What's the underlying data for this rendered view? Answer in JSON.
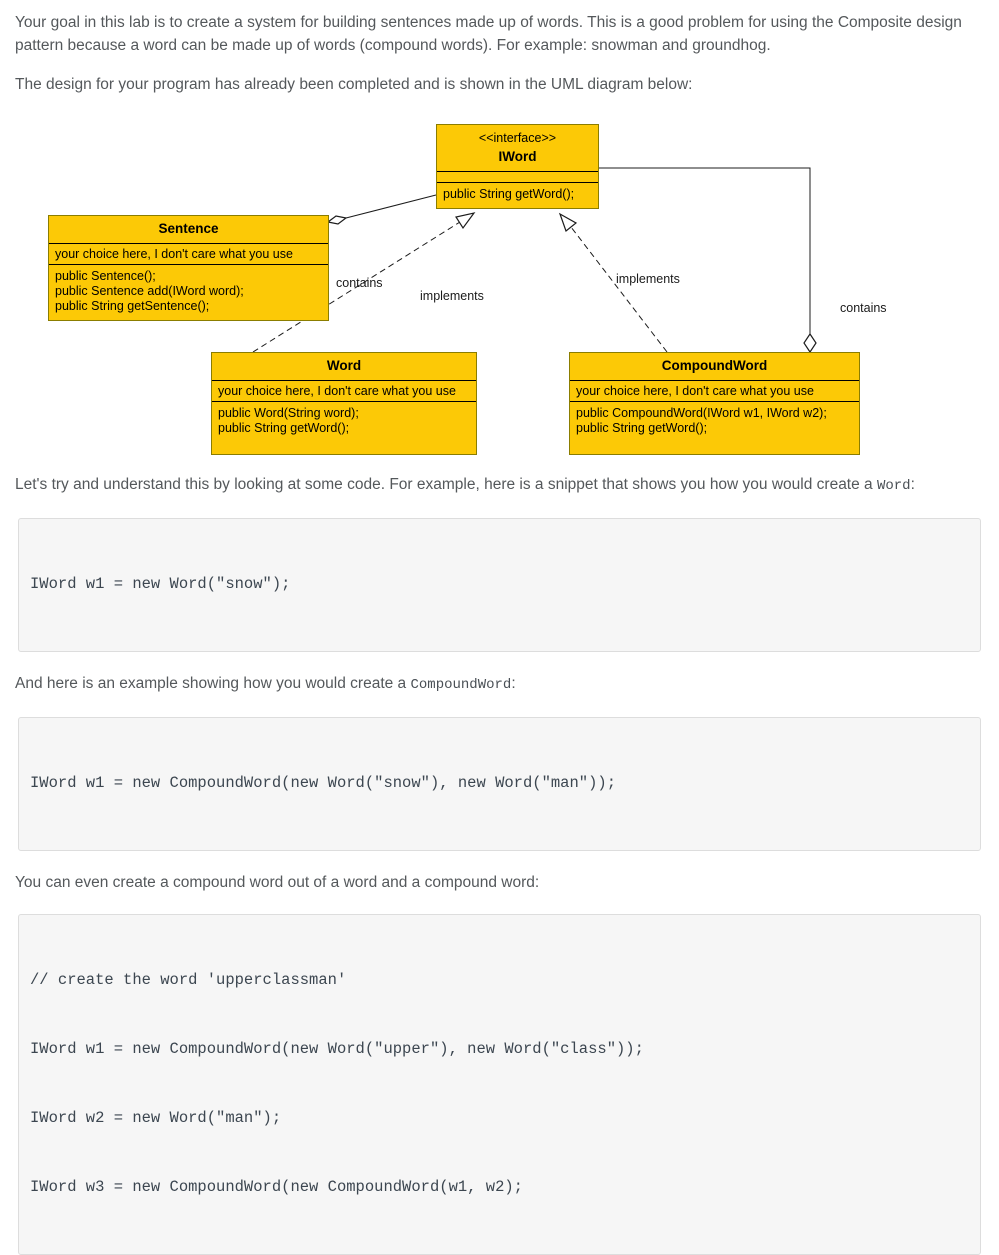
{
  "intro": {
    "p1": "Your goal in this lab is to create a system for building sentences made up of words. This is a good problem for using the Composite design pattern because a word can be made up of words (compound words). For example: snowman and groundhog.",
    "p2": "The design for your program has already been completed and is shown in the UML diagram below:",
    "p3_text": "Let's try and understand this by looking at some code. For example, here is a snippet that shows you how you would create a ",
    "p3_code": "Word",
    "p3_suffix": ":",
    "p4_text": "And here is an example showing how you would create a ",
    "p4_code": "CompoundWord",
    "p4_suffix": ":",
    "p5": "You can even create a compound word out of a word and a compound word:"
  },
  "diagram": {
    "iword": {
      "stereotype": "<<interface>>",
      "name": "IWord",
      "methods": [
        "public String getWord();"
      ]
    },
    "sentence": {
      "name": "Sentence",
      "attributes": "your choice here, I don't care what you use",
      "methods": [
        "public Sentence();",
        "public Sentence add(IWord word);",
        "public String getSentence();"
      ]
    },
    "word": {
      "name": "Word",
      "attributes": "your choice here, I don't care what you use",
      "methods": [
        "public Word(String word);",
        "public String getWord();"
      ]
    },
    "compoundword": {
      "name": "CompoundWord",
      "attributes": "your choice here, I don't care what you use",
      "methods": [
        "public CompoundWord(IWord w1, IWord w2);",
        "public String getWord();"
      ]
    },
    "labels": {
      "contains_left": "contains",
      "implements_left": "implements",
      "implements_right": "implements",
      "contains_right": "contains"
    },
    "colors": {
      "box_fill": "#fcc906",
      "box_border": "#8b7d00",
      "line": "#1c1c1c"
    }
  },
  "code_blocks": {
    "snippet1": [
      "IWord w1 = new Word(\"snow\");"
    ],
    "snippet2": [
      "IWord w1 = new CompoundWord(new Word(\"snow\"), new Word(\"man\"));"
    ],
    "snippet3": [
      "// create the word 'upperclassman'",
      "IWord w1 = new CompoundWord(new Word(\"upper\"), new Word(\"class\"));",
      "IWord w2 = new Word(\"man\");",
      "IWord w3 = new CompoundWord(new CompoundWord(w1, w2);"
    ]
  }
}
